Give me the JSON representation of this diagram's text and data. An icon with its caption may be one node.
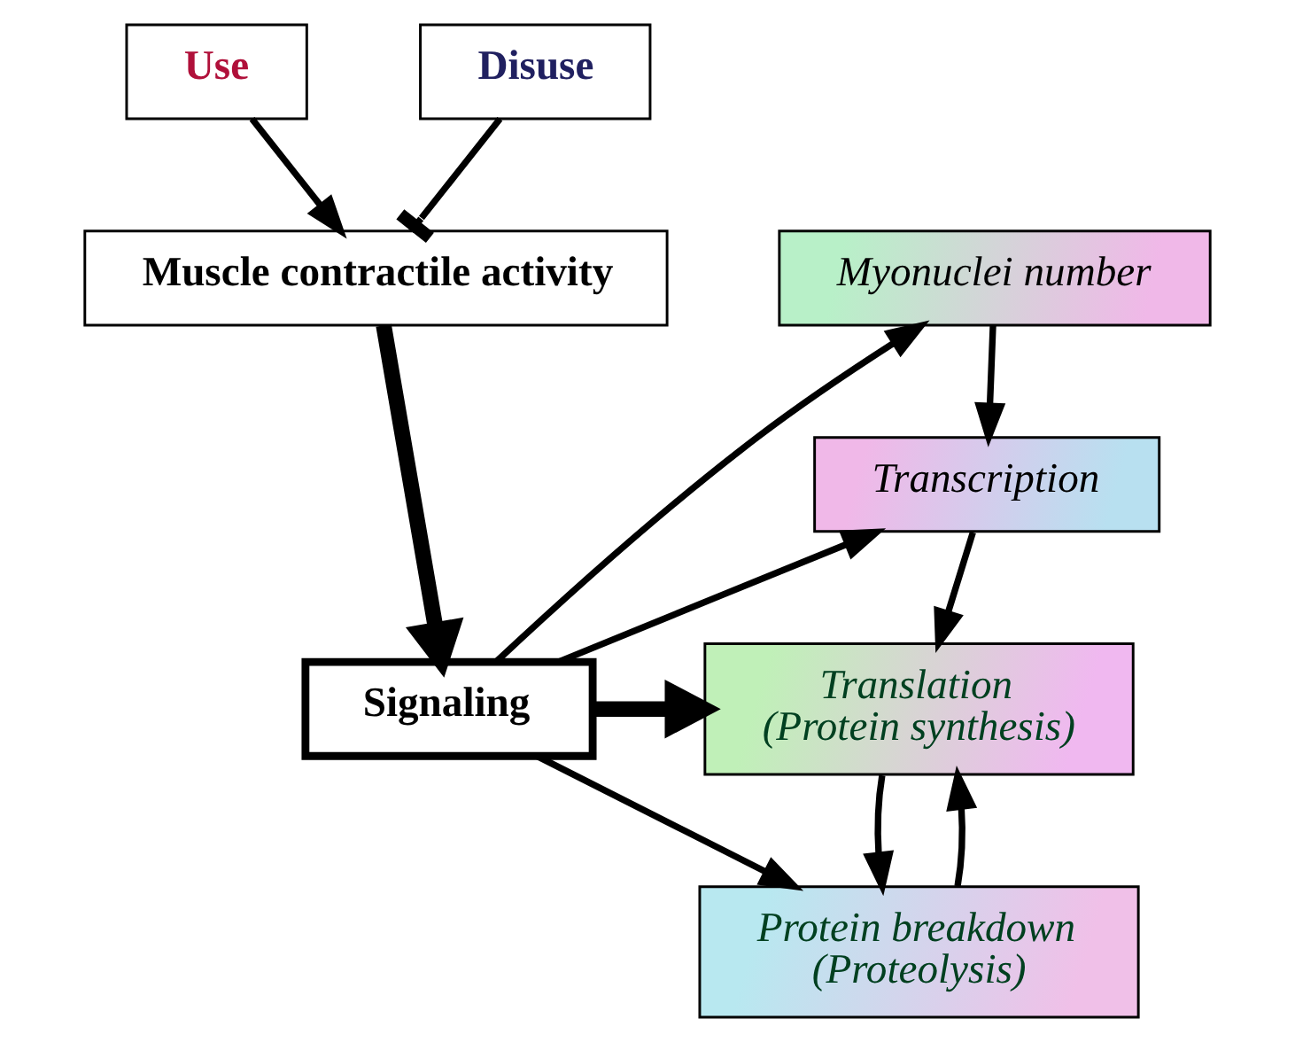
{
  "diagram": {
    "nodes": [
      {
        "text": [
          "Use"
        ]
      },
      {
        "text": [
          "Disuse"
        ]
      },
      {
        "text": [
          "Muscle contractile activity"
        ]
      },
      {
        "text": [
          "Signaling"
        ]
      },
      {
        "text": [
          "Myonuclei number"
        ]
      },
      {
        "text": [
          "Transcription"
        ]
      },
      {
        "text": [
          "Translation",
          "(Protein synthesis)"
        ]
      },
      {
        "text": [
          "Protein breakdown",
          "(Proteolysis)"
        ]
      }
    ],
    "edges": [
      {
        "from": 0,
        "to": 2,
        "arrow": "to"
      },
      {
        "from": 1,
        "to": 2,
        "arrow": "other"
      },
      {
        "from": 2,
        "to": 3,
        "arrow": "to",
        "style": "thick"
      },
      {
        "from": 3,
        "to": 4,
        "arrow": "to"
      },
      {
        "from": 3,
        "to": 5,
        "arrow": "to"
      },
      {
        "from": 3,
        "to": 6,
        "arrow": "to",
        "style": "thick"
      },
      {
        "from": 3,
        "to": 7,
        "arrow": "to"
      },
      {
        "from": 4,
        "to": 5,
        "arrow": "to"
      },
      {
        "from": 5,
        "to": 6,
        "arrow": "to"
      },
      {
        "from": 6,
        "to": 7,
        "arrow": "to"
      },
      {
        "from": 7,
        "to": 6,
        "arrow": "to"
      }
    ]
  }
}
